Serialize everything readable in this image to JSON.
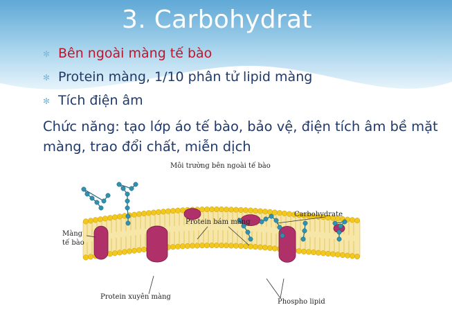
{
  "slide": {
    "title": "3. Carbohydrat",
    "bullets": [
      {
        "text": "Bên ngoài màng tế bào",
        "highlight": true
      },
      {
        "text": "Protein màng, 1/10 phân tử lipid màng",
        "highlight": false
      },
      {
        "text": "Tích điện âm",
        "highlight": false
      }
    ],
    "bullet_icon": "asterisk-icon",
    "function_text": "Chức năng: tạo lớp áo tế bào, bảo vệ, điện tích âm bề mặt màng, trao đổi chất, miễn dịch"
  },
  "figure": {
    "caption": "Môi trường bên ngoài tế bào",
    "labels": {
      "membrane_line1": "Màng",
      "membrane_line2": "tế bào",
      "peripheral_protein": "Protein bám màng",
      "carbohydrate": "Carbohydrate",
      "transmembrane_protein": "Protein xuyên màng",
      "phospholipid": "Phospho lipid"
    }
  },
  "colors": {
    "wave": "#a8d4ec",
    "title": "#ffffff",
    "text": "#1f3a68",
    "highlight": "#c0142b",
    "lipid_head": "#f2c81e",
    "lipid_core": "#f6e7a8",
    "protein": "#b0306a",
    "carbohydrate": "#2f93b0"
  }
}
